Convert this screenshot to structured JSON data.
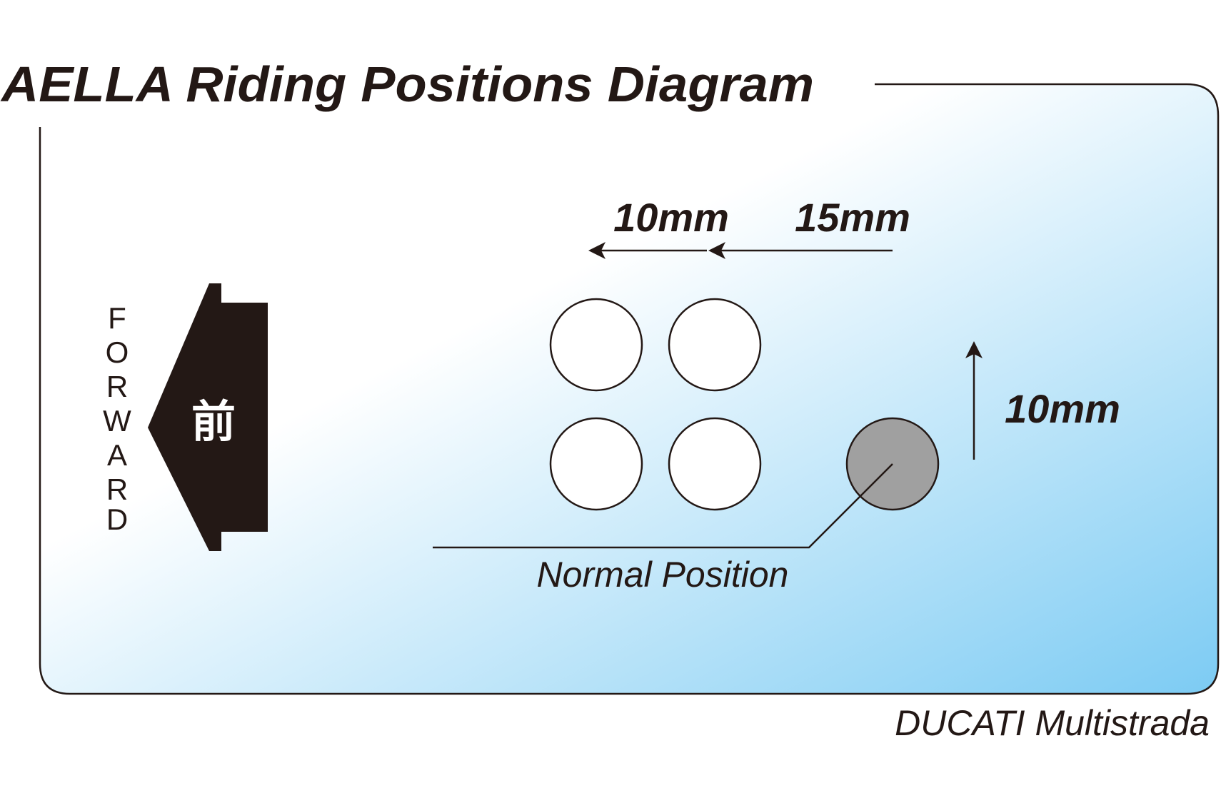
{
  "title": "AELLA Riding Positions Diagram",
  "forward_label": [
    "F",
    "O",
    "R",
    "W",
    "A",
    "R",
    "D"
  ],
  "forward_arrow_glyph": "前",
  "offsets": {
    "horizontal_first": "10mm",
    "horizontal_second": "15mm",
    "vertical": "10mm"
  },
  "normal_position_label": "Normal Position",
  "model_label": "DUCATI Multistrada",
  "colors": {
    "gradient_start": "#ffffff",
    "gradient_end": "#7ccbf3",
    "arrow_fill": "#231815",
    "normal_position_fill": "#a0a0a0",
    "stroke": "#231815"
  }
}
